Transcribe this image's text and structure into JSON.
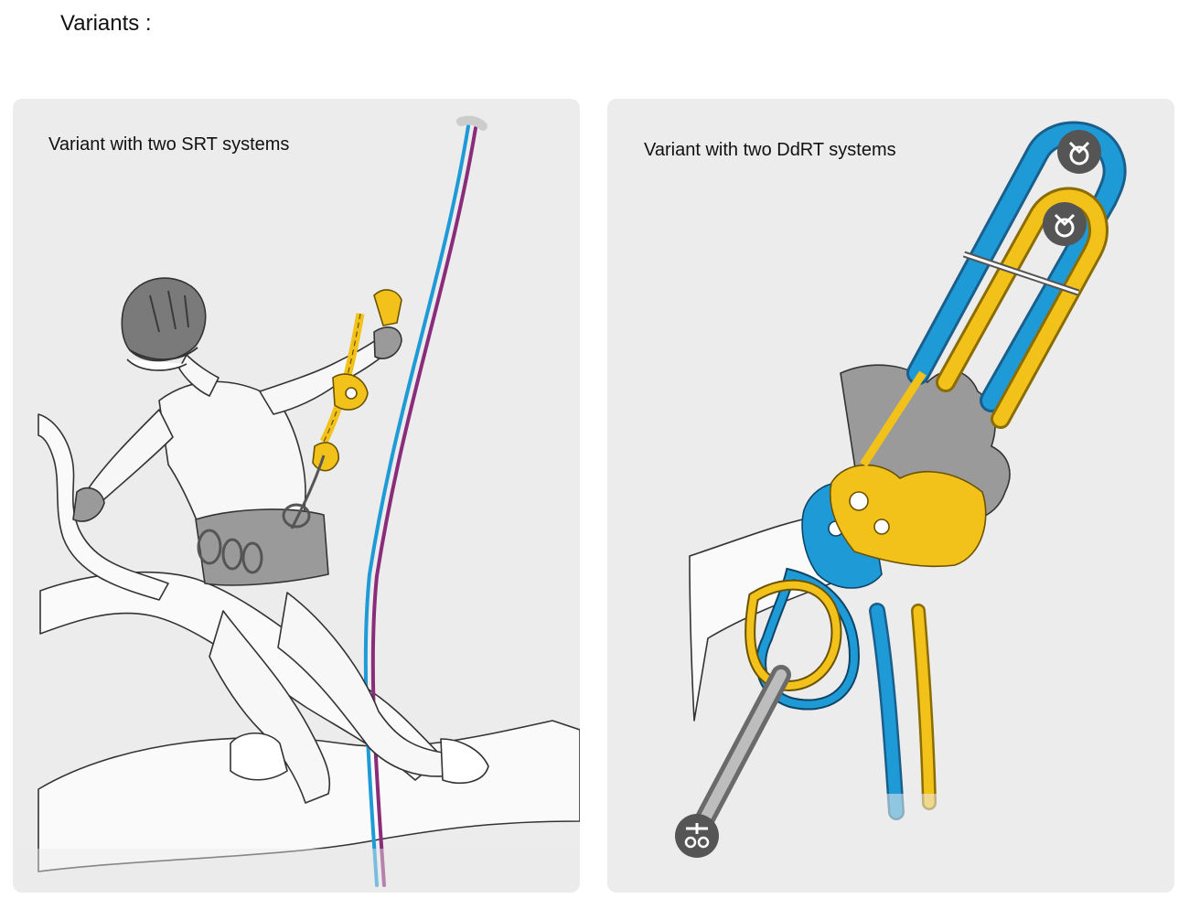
{
  "page": {
    "heading": "Variants :"
  },
  "variants": [
    {
      "caption": "Variant with two SRT systems"
    },
    {
      "caption": "Variant with two DdRT systems"
    }
  ],
  "colors": {
    "panel_background": "#ececec",
    "rope_blue": "#1e9ad6",
    "rope_purple": "#8a2c7a",
    "device_yellow": "#f2c21a",
    "pictogram_grey": "#555555"
  },
  "icons": [
    "anchor-pictogram-icon",
    "harness-pictogram-icon"
  ]
}
